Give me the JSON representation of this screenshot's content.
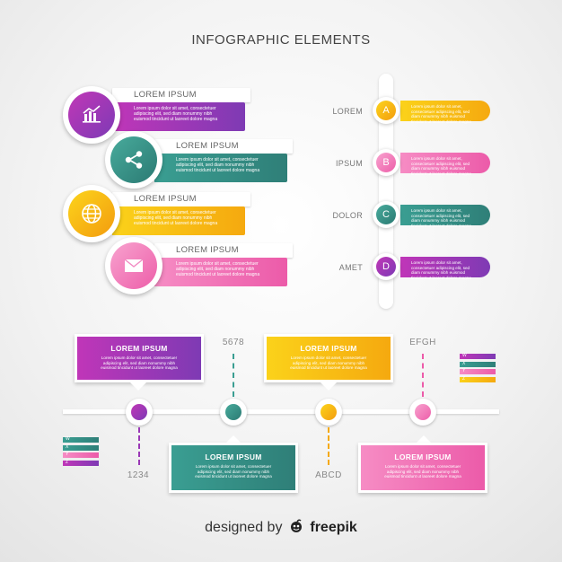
{
  "title": "INFOGRAPHIC ELEMENTS",
  "lorem_text": "Lorem ipsum dolor sit amet, consectetuer adipiscing elit, sed diam nonummy nibh euismod tincidunt ut laoreet dolore magna",
  "left_items": [
    {
      "label": "LOREM IPSUM",
      "icon": "bar-chart-icon",
      "color": "purple"
    },
    {
      "label": "LOREM IPSUM",
      "icon": "share-icon",
      "color": "teal"
    },
    {
      "label": "LOREM IPSUM",
      "icon": "globe-icon",
      "color": "yellow"
    },
    {
      "label": "LOREM IPSUM",
      "icon": "mail-icon",
      "color": "pink"
    }
  ],
  "right_items": [
    {
      "word": "LOREM",
      "letter": "A",
      "color": "yellow"
    },
    {
      "word": "IPSUM",
      "letter": "B",
      "color": "pink"
    },
    {
      "word": "DOLOR",
      "letter": "C",
      "color": "teal"
    },
    {
      "word": "AMET",
      "letter": "D",
      "color": "purple"
    }
  ],
  "timeline": {
    "boxes": [
      {
        "heading": "LOREM IPSUM",
        "color": "purple"
      },
      {
        "heading": "LOREM IPSUM",
        "color": "teal"
      },
      {
        "heading": "LOREM IPSUM",
        "color": "yellow"
      },
      {
        "heading": "LOREM IPSUM",
        "color": "pink"
      }
    ],
    "labels": [
      "1234",
      "5678",
      "ABCD",
      "EFGH"
    ]
  },
  "mini_legend": [
    "W",
    "X",
    "Y",
    "Z"
  ],
  "footer": {
    "prefix": "designed by",
    "brand": "freepik"
  },
  "colors": {
    "purple": "#9a38b6",
    "teal": "#3a9e92",
    "yellow": "#f8bd14",
    "pink": "#f275b7"
  }
}
